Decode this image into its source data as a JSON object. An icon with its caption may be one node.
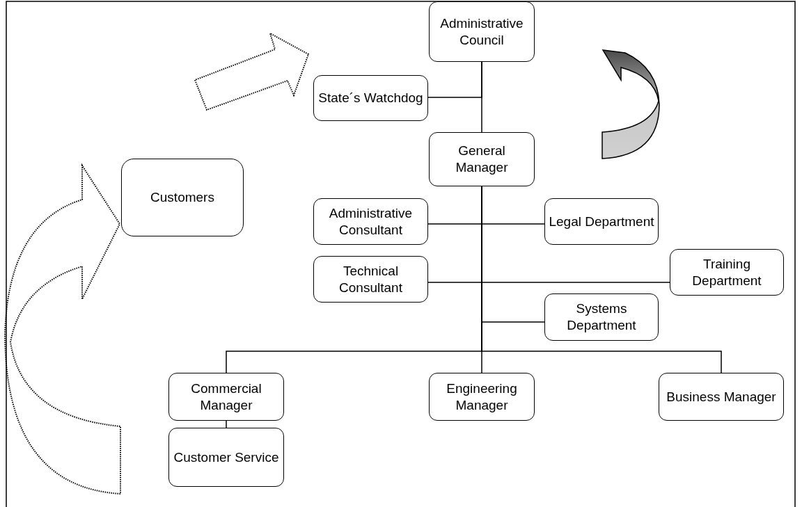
{
  "diagram": {
    "nodes": [
      {
        "text": [
          "Administrative Council"
        ]
      },
      {
        "text": [
          "State´s Watchdog"
        ]
      },
      {
        "text": [
          "General Manager"
        ]
      },
      {
        "text": [
          "Customers"
        ]
      },
      {
        "text": [
          "Administrative Consultant"
        ]
      },
      {
        "text": [
          "Legal Department"
        ]
      },
      {
        "text": [
          "Technical Consultant"
        ]
      },
      {
        "text": [
          "Training Department"
        ]
      },
      {
        "text": [
          "Systems Department"
        ]
      },
      {
        "text": [
          "Commercial Manager"
        ]
      },
      {
        "text": [
          "Engineering Manager"
        ]
      },
      {
        "text": [
          "Business Manager"
        ]
      },
      {
        "text": [
          "Customer Service"
        ]
      }
    ],
    "edges": [
      {
        "from": 0,
        "to": 1,
        "arrow": "none"
      },
      {
        "from": 0,
        "to": 2,
        "arrow": "none"
      },
      {
        "from": 2,
        "to": 4,
        "arrow": "none"
      },
      {
        "from": 2,
        "to": 5,
        "arrow": "none"
      },
      {
        "from": 2,
        "to": 6,
        "arrow": "none"
      },
      {
        "from": 2,
        "to": 7,
        "arrow": "none"
      },
      {
        "from": 2,
        "to": 8,
        "arrow": "none"
      },
      {
        "from": 2,
        "to": 9,
        "arrow": "none"
      },
      {
        "from": 2,
        "to": 10,
        "arrow": "none"
      },
      {
        "from": 2,
        "to": 11,
        "arrow": "none"
      },
      {
        "from": 9,
        "to": 12,
        "arrow": "none"
      }
    ]
  }
}
